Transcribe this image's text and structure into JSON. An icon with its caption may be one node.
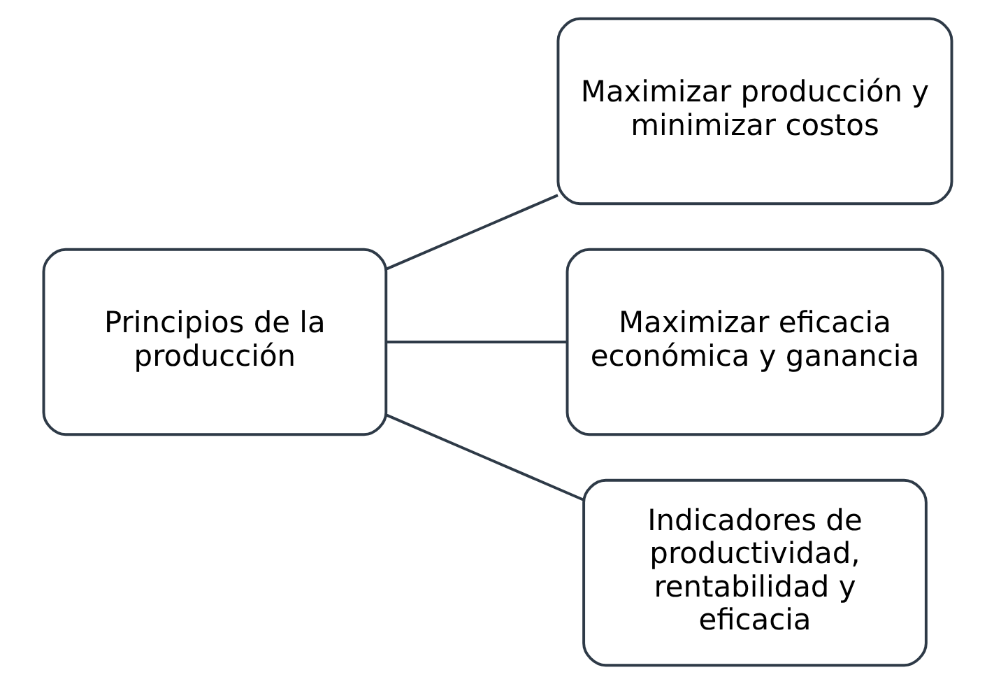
{
  "diagram": {
    "nodes": [
      {
        "text": [
          "Principios de la producción"
        ]
      },
      {
        "text": [
          "Maximizar producción y minimizar costos"
        ]
      },
      {
        "text": [
          "Maximizar eficacia económica y ganancia"
        ]
      },
      {
        "text": [
          "Indicadores de productividad, rentabilidad y eficacia"
        ]
      }
    ],
    "edges": [
      {
        "from": 0,
        "to": 1,
        "arrow": "none"
      },
      {
        "from": 0,
        "to": 2,
        "arrow": "none"
      },
      {
        "from": 0,
        "to": 3,
        "arrow": "none"
      }
    ]
  }
}
